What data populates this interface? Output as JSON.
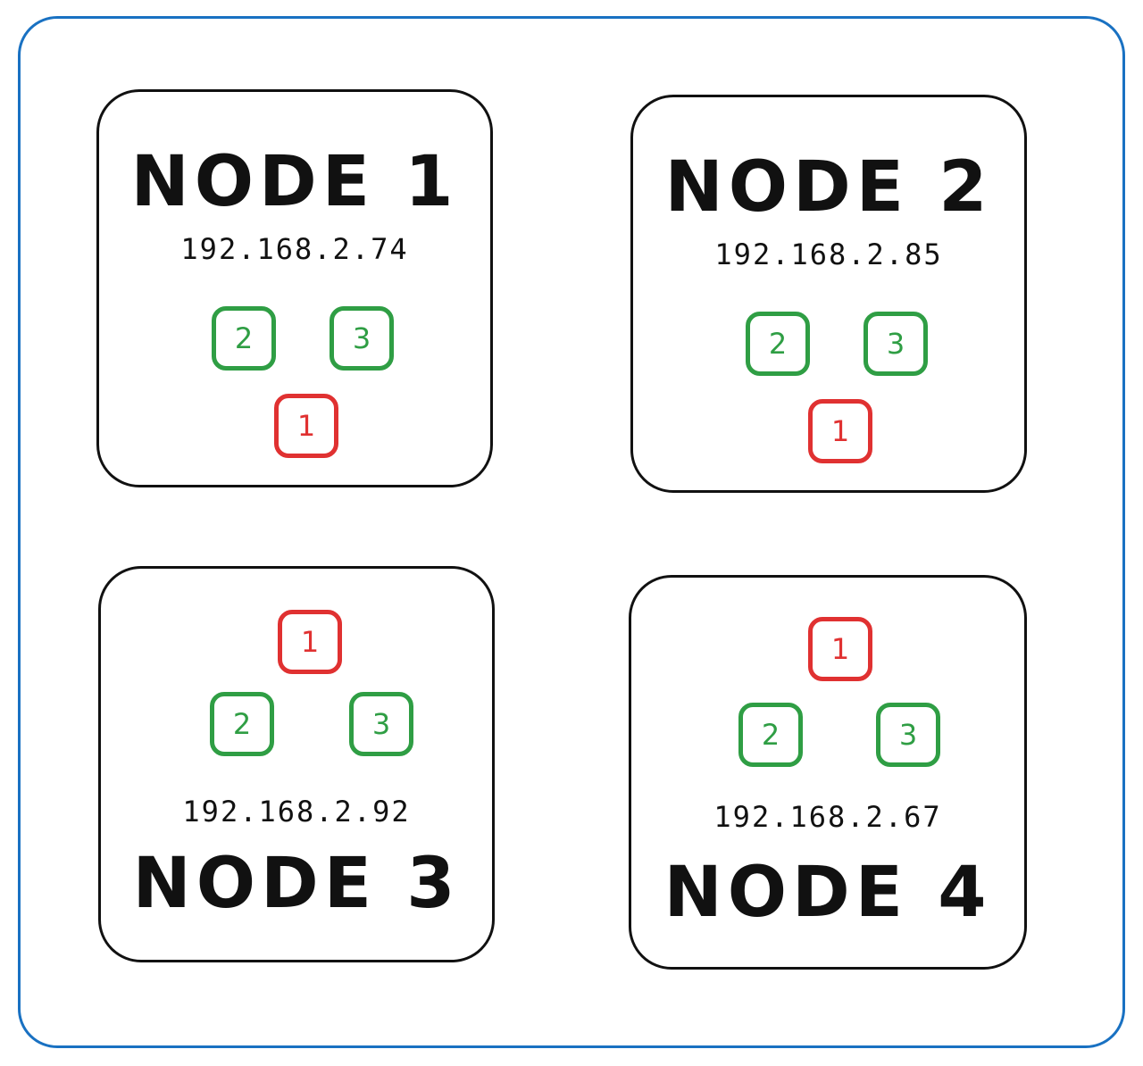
{
  "colors": {
    "cluster_border": "#1971c2",
    "node_border": "#111111",
    "replica_green": "#2f9e44",
    "primary_red": "#e03131"
  },
  "nodes": [
    {
      "title": "NODE 1",
      "ip": "192.168.2.74",
      "shards": [
        {
          "label": "2",
          "color": "green"
        },
        {
          "label": "3",
          "color": "green"
        },
        {
          "label": "1",
          "color": "red"
        }
      ]
    },
    {
      "title": "NODE 2",
      "ip": "192.168.2.85",
      "shards": [
        {
          "label": "2",
          "color": "green"
        },
        {
          "label": "3",
          "color": "green"
        },
        {
          "label": "1",
          "color": "red"
        }
      ]
    },
    {
      "title": "NODE 3",
      "ip": "192.168.2.92",
      "shards": [
        {
          "label": "1",
          "color": "red"
        },
        {
          "label": "2",
          "color": "green"
        },
        {
          "label": "3",
          "color": "green"
        }
      ]
    },
    {
      "title": "NODE 4",
      "ip": "192.168.2.67",
      "shards": [
        {
          "label": "1",
          "color": "red"
        },
        {
          "label": "2",
          "color": "green"
        },
        {
          "label": "3",
          "color": "green"
        }
      ]
    }
  ]
}
